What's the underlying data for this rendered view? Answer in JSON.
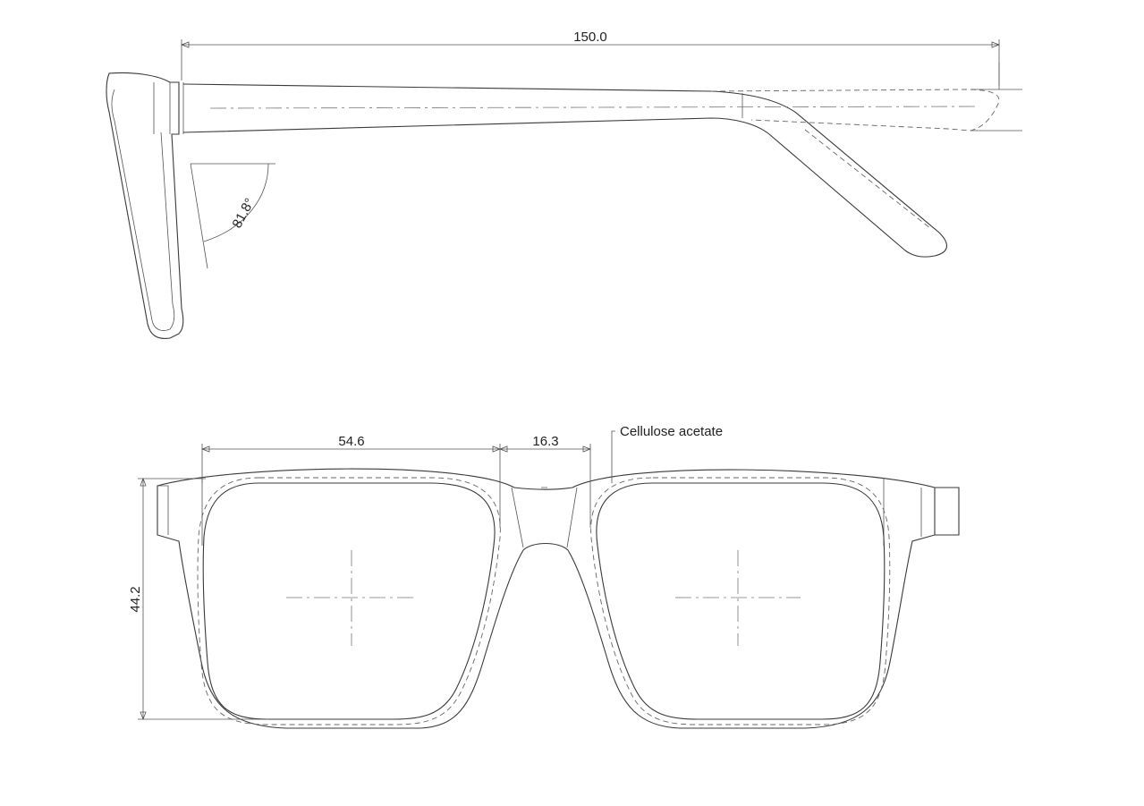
{
  "side_view": {
    "temple_length": "150.0",
    "pantoscopic_angle": "81.8°"
  },
  "front_view": {
    "lens_width": "54.6",
    "bridge_width": "16.3",
    "lens_height": "44.2",
    "material_callout": "Cellulose acetate"
  }
}
